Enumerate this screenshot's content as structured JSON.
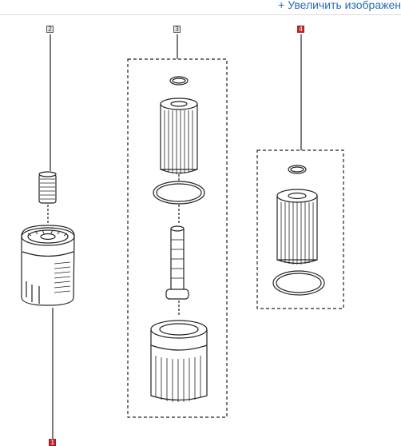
{
  "header": {
    "enlarge_label": "+ Увеличить изображен"
  },
  "diagram": {
    "callouts": [
      {
        "label": "2",
        "style": "plain"
      },
      {
        "label": "3",
        "style": "plain"
      },
      {
        "label": "4",
        "style": "accent"
      },
      {
        "label": "1",
        "style": "accent"
      }
    ]
  },
  "colors": {
    "link": "#2b6cb0",
    "accent": "#c62828",
    "line": "#222222"
  }
}
